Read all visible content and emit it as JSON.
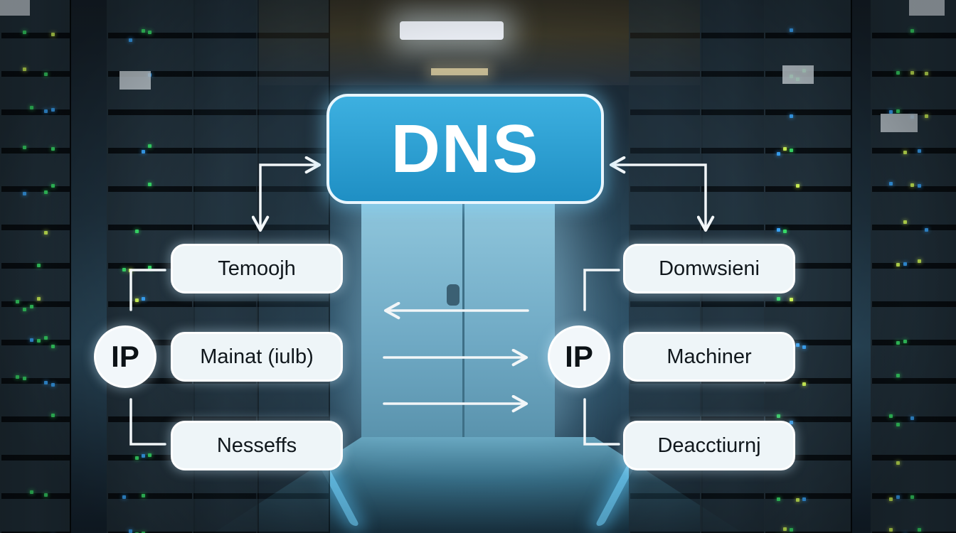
{
  "dns": {
    "label": "DNS"
  },
  "left_group": {
    "ip_label": "IP",
    "terms": [
      "Temoojh",
      "Mainat (iulb)",
      "Nesseffs"
    ]
  },
  "right_group": {
    "ip_label": "IP",
    "terms": [
      "Domwsieni",
      "Machiner",
      "Deacctiurnj"
    ]
  },
  "colors": {
    "dns_box": "#2a9fd4",
    "term_box": "#eef5f8",
    "connector": "#f2f6f8",
    "background": "#0b1620"
  }
}
